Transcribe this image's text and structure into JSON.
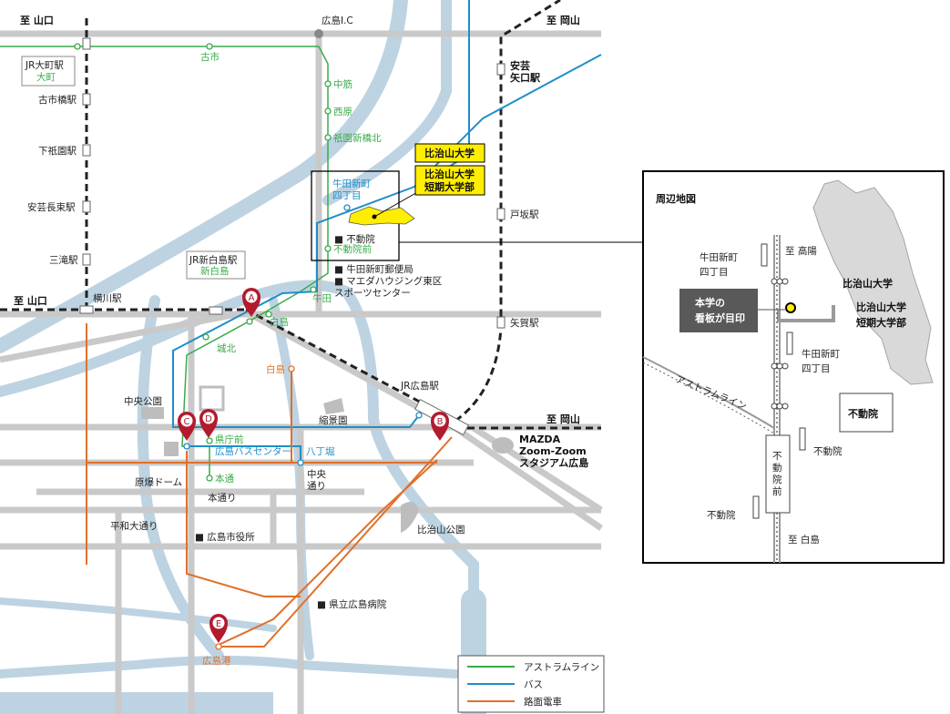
{
  "main_map": {
    "directions": {
      "yamaguchi_top": "至 山口",
      "hiroshima_ic": "広島I.C",
      "okayama_top": "至 岡山",
      "yamaguchi_mid": "至 山口",
      "okayama_mid": "至 岡山"
    },
    "jr_stations": {
      "odamachi": "JR大町駅",
      "odamachi_sub": "大町",
      "koibashi": "古市橋駅",
      "shimogion": "下祇園駅",
      "aki_nagatsuka": "安芸長束駅",
      "mitaki": "三滝駅",
      "yokogawa": "横川駅",
      "shinhakushima": "JR新白島駅",
      "shinhakushima_sub": "新白島",
      "aki_yaguchi": "安芸\n矢口駅",
      "tozaka": "戸坂駅",
      "yaga": "矢賀駅",
      "hiroshima": "JR広島駅"
    },
    "astram_stops": {
      "furuichi": "古市",
      "nakasuji": "中筋",
      "nishihara": "西原",
      "gion_shinbashi_kita": "祇園新橋北",
      "fudoin_mae": "不動院前",
      "ushita": "牛田",
      "hakushima": "白島",
      "jouhoku": "城北",
      "kenchomae": "県庁前",
      "hondori": "本通"
    },
    "bus_stops": {
      "ushita_shinmachi": "牛田新町\n四丁目",
      "bus_center": "広島バスセンター",
      "hatchobori": "八丁堀"
    },
    "tram_stops": {
      "hakushima": "白島",
      "hiroshima_port": "広島港"
    },
    "university_labels": {
      "hijiyama_univ": "比治山大学",
      "hijiyama_junior": "比治山大学\n短期大学部"
    },
    "landmarks": {
      "fudoin": "■ 不動院",
      "ushita_post": "■ 牛田新町郵便局",
      "sports_center": "■ マエダハウジング東区\nスポーツセンター",
      "chuo_park": "中央公園",
      "shukkeien": "縮景園",
      "mazda": "MAZDA\nZoom-Zoom\nスタジアム広島",
      "dome": "原爆ドーム",
      "hondori_st": "本通り",
      "chuo_dori": "中央\n通り",
      "heiwa_odori": "平和大通り",
      "city_hall": "■ 広島市役所",
      "hijiyama_park": "比治山公園",
      "pref_hospital": "■ 県立広島病院"
    },
    "pin_labels": [
      "A",
      "B",
      "C",
      "D",
      "E"
    ],
    "legend": [
      {
        "label": "アストラムライン",
        "color": "#3aaa4a"
      },
      {
        "label": "バス",
        "color": "#1f8ec8"
      },
      {
        "label": "路面電車",
        "color": "#e0702a"
      }
    ]
  },
  "inset_map": {
    "title": "周辺地図",
    "to_takanobaba": "至 高陽",
    "to_hakushima": "至 白島",
    "ushita_top": "牛田新町\n四丁目",
    "ushita_bottom": "牛田新町\n四丁目",
    "sign_callout": "本学の\n看板が目印",
    "univ": "比治山大学",
    "junior": "比治山大学\n短期大学部",
    "fudoin_box": "不動院",
    "astram_line": "アストラムライン",
    "fudoin_mae": "不\n動\n院\n前",
    "fudoin_right": "不動院",
    "fudoin_left": "不動院"
  },
  "colors": {
    "astram": "#3aaa4a",
    "bus": "#1f8ec8",
    "tram": "#e0702a",
    "river": "#bdd3e2",
    "road": "#c9c9c9",
    "highlight": "#ffee00",
    "pin": "#b21a2e"
  }
}
